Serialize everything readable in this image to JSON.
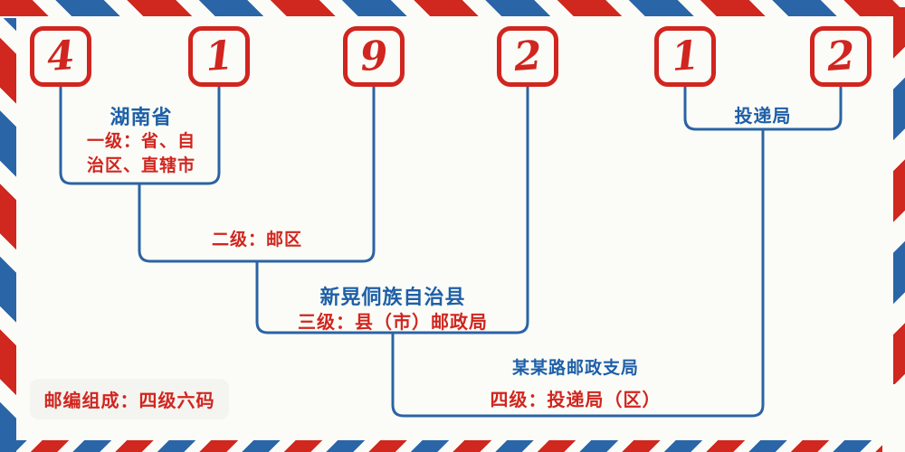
{
  "postal_code": {
    "digits": [
      "4",
      "1",
      "9",
      "2",
      "1",
      "2"
    ]
  },
  "levels": [
    {
      "name": "湖南省",
      "desc": "一级：省、自\n治区、直辖市"
    },
    {
      "desc": "二级：邮区"
    },
    {
      "name": "新晃侗族自治县",
      "desc": "三级：县（市）邮政局"
    },
    {
      "name": "某某路邮政支局",
      "desc": "四级：投递局（区）"
    }
  ],
  "delivery": {
    "label": "投递局"
  },
  "note": {
    "text": "邮编组成：四级六码"
  },
  "colors": {
    "red": "#d1251f",
    "blue": "#1e5fa8",
    "line_blue": "#2b63a5",
    "background": "#fbfcf7",
    "note_background": "#f4f4f0"
  }
}
